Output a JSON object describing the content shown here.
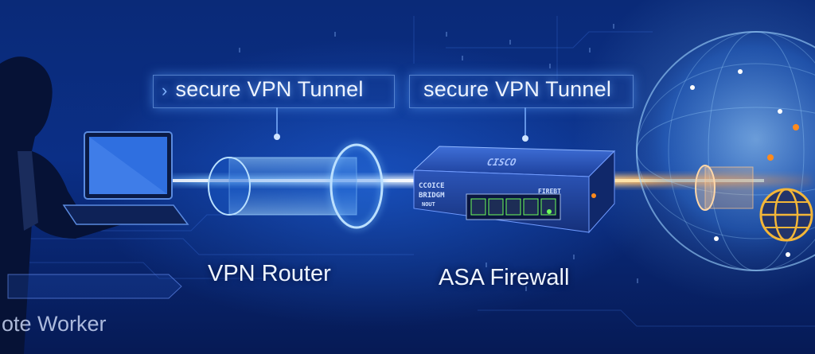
{
  "labels": {
    "tunnel_left": "secure VPN Tunnel",
    "tunnel_right": "secure VPN Tunnel",
    "vpn_router": "VPN Router",
    "asa_firewall": "ASA Firewall",
    "remote_worker": "ote Worker"
  },
  "device_text": {
    "brand": "CISCO",
    "line1": "CCOICE",
    "line2": "BRIDGM",
    "line3": "NOUT",
    "port_label": "FIREBT"
  },
  "colors": {
    "background": "#0b2f86",
    "tunnel_blue": "#3b9cff",
    "beam_orange": "#ff8a1c",
    "port_led": "#6dff5a"
  }
}
